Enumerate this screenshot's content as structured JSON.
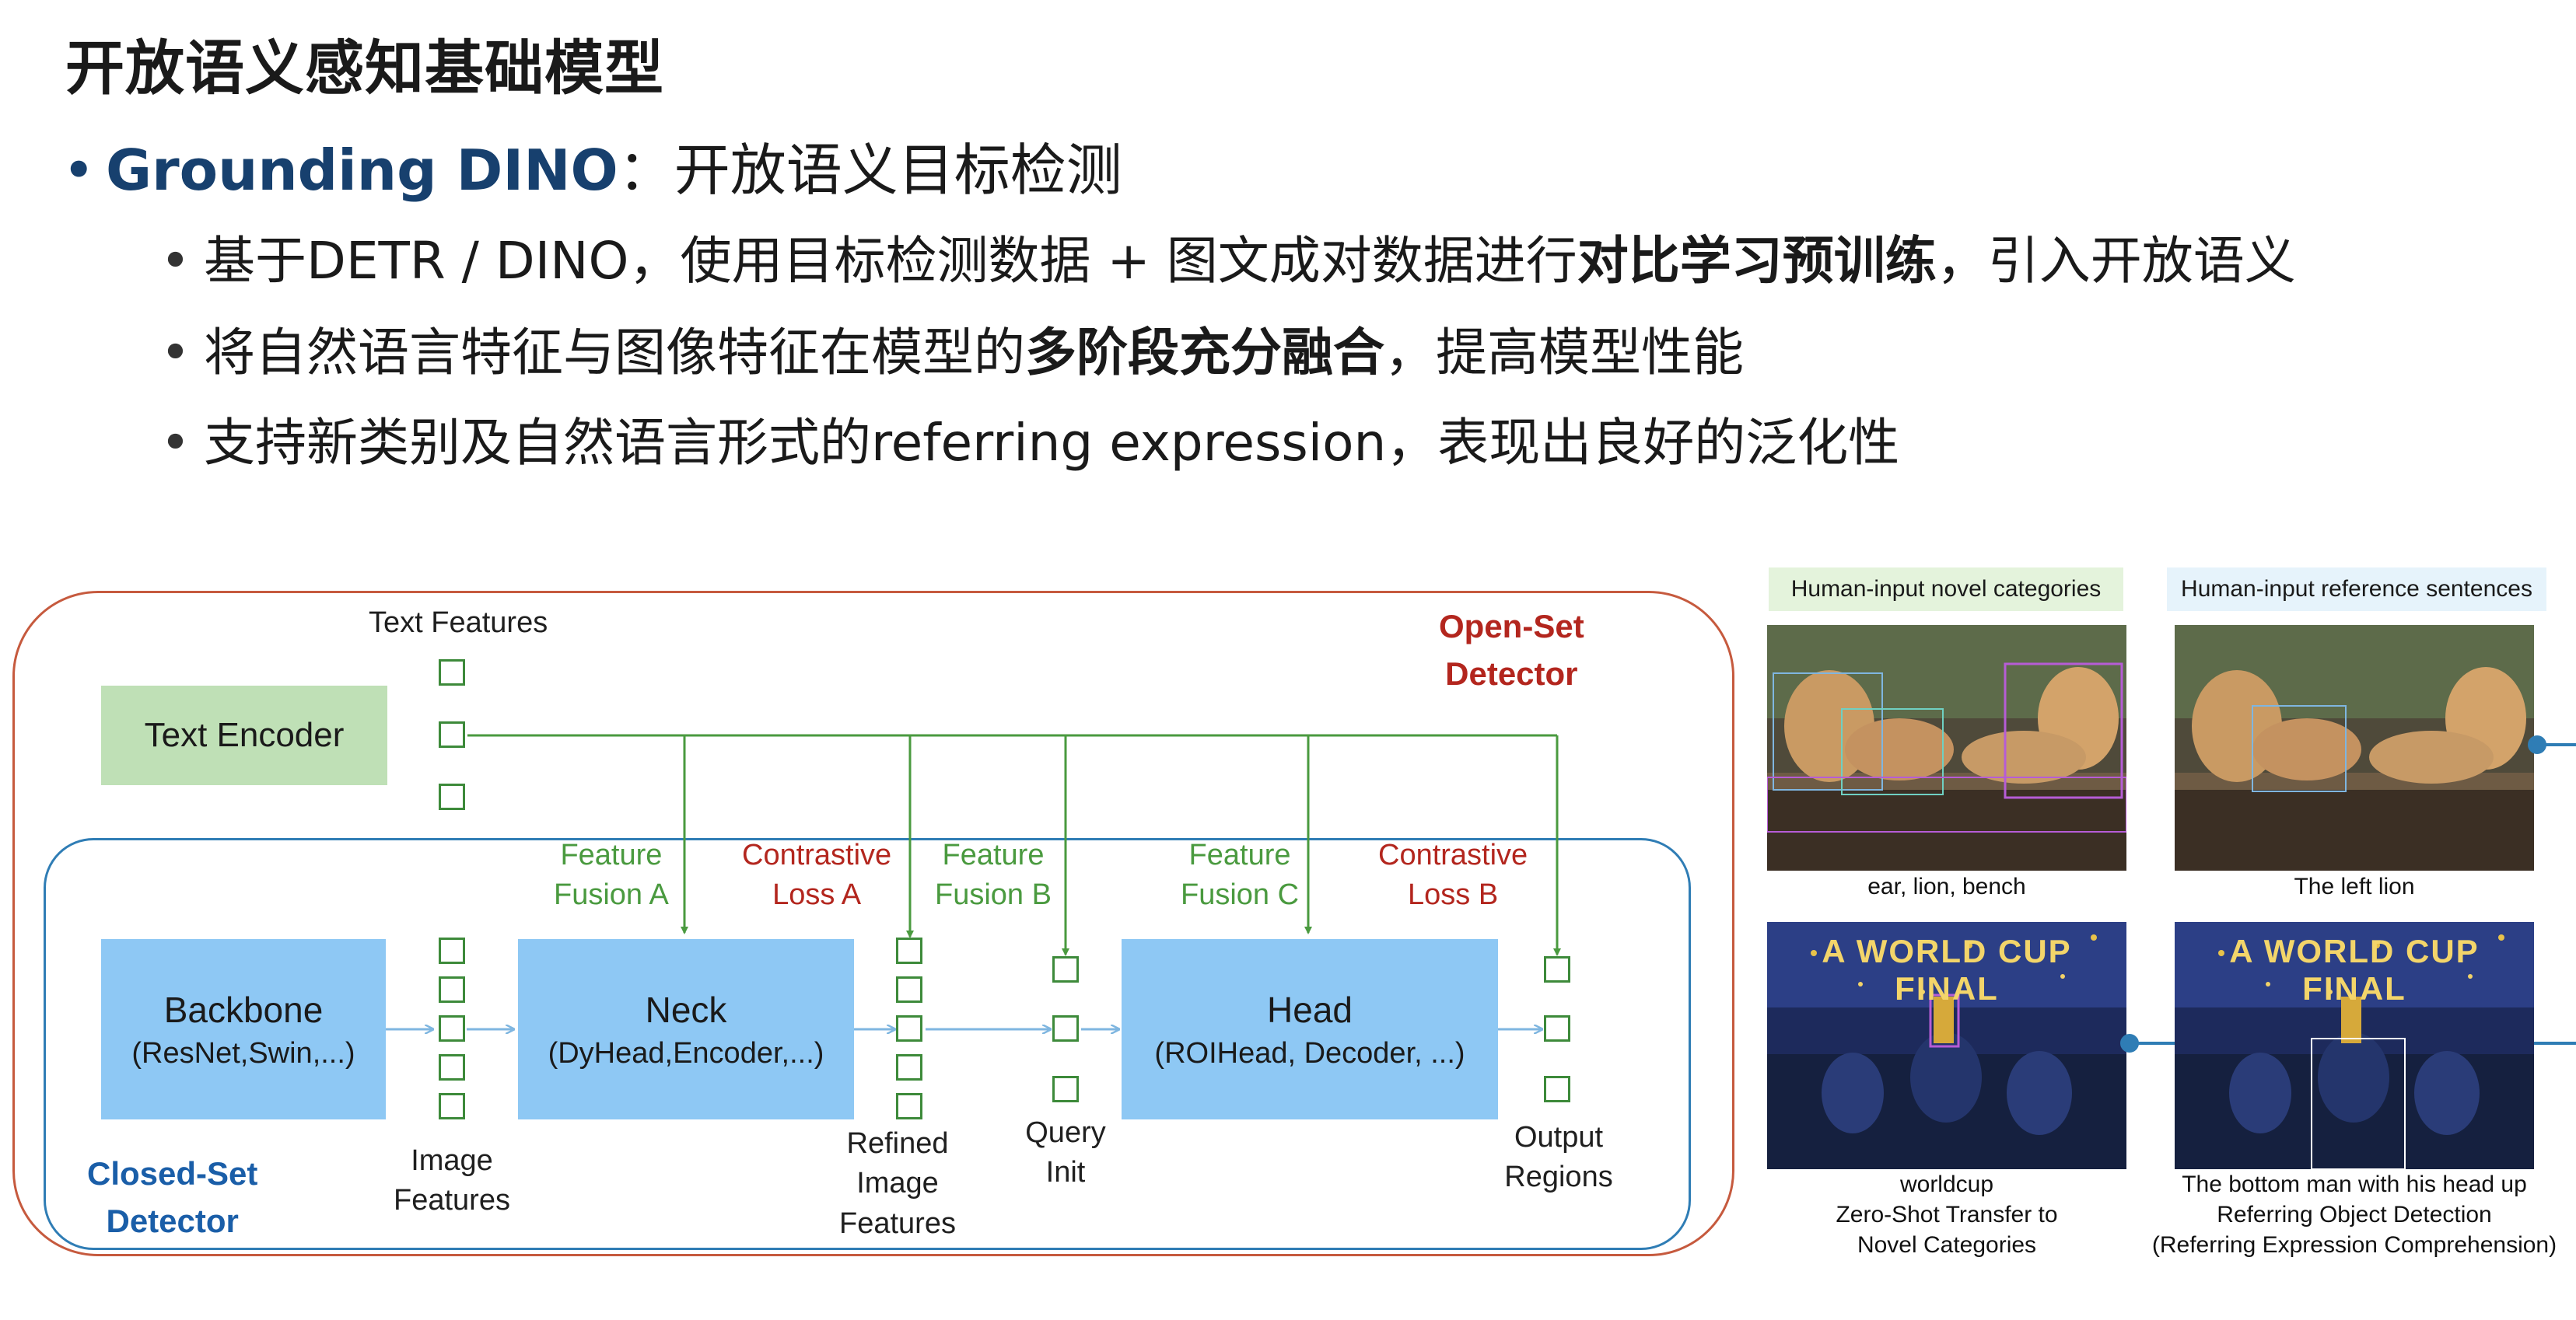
{
  "title": "开放语义感知基础模型",
  "bullet_main": {
    "name": "Grounding DINO",
    "rest": "：开放语义目标检测"
  },
  "sub1": {
    "pre": "基于DETR / DINO，使用目标检测数据 + 图文成对数据进行",
    "bold": "对比学习预训练",
    "post": "，引入开放语义"
  },
  "sub2": {
    "pre": "将自然语言特征与图像特征在模型的",
    "bold": "多阶段充分融合",
    "post": "，提高模型性能"
  },
  "sub3": {
    "text": "支持新类别及自然语言形式的referring expression，表现出良好的泛化性"
  },
  "diagram": {
    "text_features": "Text Features",
    "text_encoder": "Text Encoder",
    "open_set_1": "Open-Set",
    "open_set_2": "Detector",
    "closed_set_1": "Closed-Set",
    "closed_set_2": "Detector",
    "backbone_title": "Backbone",
    "backbone_sub": "(ResNet,Swin,...)",
    "neck_title": "Neck",
    "neck_sub": "(DyHead,Encoder,...)",
    "head_title": "Head",
    "head_sub": "(ROIHead, Decoder, ...)",
    "fusion_a": [
      "Feature",
      "Fusion A"
    ],
    "loss_a": [
      "Contrastive",
      "Loss A"
    ],
    "fusion_b": [
      "Feature",
      "Fusion B"
    ],
    "fusion_c": [
      "Feature",
      "Fusion C"
    ],
    "loss_b": [
      "Contrastive",
      "Loss B"
    ],
    "image_features": [
      "Image",
      "Features"
    ],
    "refined_features": [
      "Refined",
      "Image",
      "Features"
    ],
    "query_init": [
      "Query",
      "Init"
    ],
    "output_regions": [
      "Output",
      "Regions"
    ]
  },
  "examples": {
    "header_left": "Human-input novel categories",
    "header_right": "Human-input reference sentences",
    "cap_tl": "ear, lion, bench",
    "cap_tr": "The left lion",
    "cap_bl": "worldcup",
    "cap_br": "The bottom man with his head up",
    "task_left": [
      "Zero-Shot Transfer to",
      "Novel Categories"
    ],
    "task_right": [
      "Referring Object Detection",
      "(Referring Expression Comprehension)"
    ],
    "photo_bottom_text": "A WORLD CUP FINAL"
  },
  "colors": {
    "accent": "#17406e",
    "green_line": "#4a9a3f",
    "red": "#b3261e",
    "blue_block": "#8ec8f4",
    "green_block": "#bfe0b6"
  }
}
